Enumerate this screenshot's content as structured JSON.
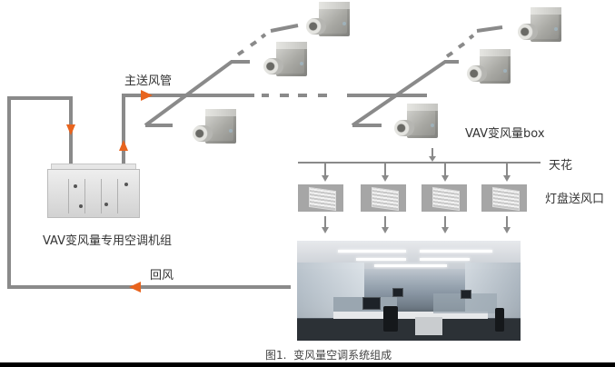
{
  "labels": {
    "main_supply_duct": "主送风管",
    "vav_box": "VAV变风量box",
    "ceiling": "天花",
    "light_diffuser": "灯盘送风口",
    "ahu": "VAV变风量专用空调机组",
    "return_air": "回风"
  },
  "caption": "图1.  变风量空调系统组成",
  "colors": {
    "duct": "#8a8a8a",
    "arrow_flow": "#e8641e",
    "arrow_thin": "#7a7a7a",
    "grille_bg": "#a6a6a6",
    "text": "#333333"
  },
  "components": {
    "vav_box_count": 6,
    "diffuser_count": 4
  }
}
